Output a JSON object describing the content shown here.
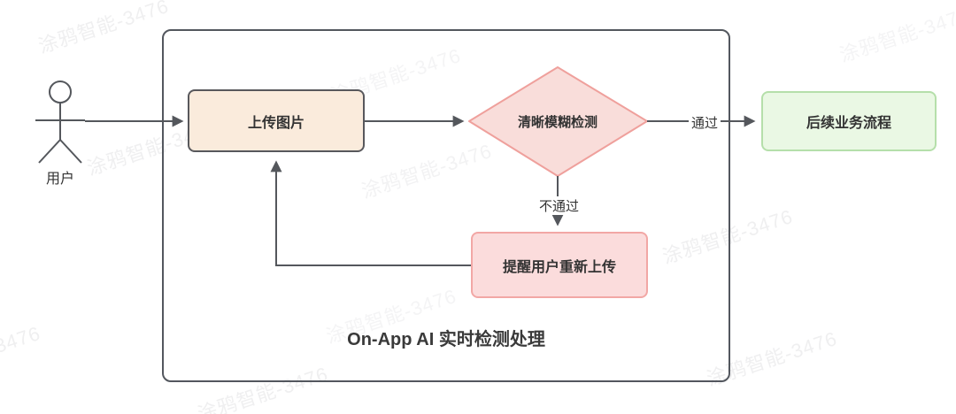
{
  "watermark": {
    "text": "涂鸦智能-3476"
  },
  "diagram": {
    "actor": {
      "label": "用户"
    },
    "container": {
      "title": "On-App AI 实时检测处理"
    },
    "nodes": {
      "upload": {
        "label": "上传图片",
        "fill": "#faebdc",
        "border": "#58585c"
      },
      "detect": {
        "label": "清晰模糊检测",
        "fill": "#f9ddda",
        "border": "#efa09c"
      },
      "remind": {
        "label": "提醒用户重新上传",
        "fill": "#fbdcdc",
        "border": "#f2a7a5"
      },
      "next": {
        "label": "后续业务流程",
        "fill": "#eaf8e4",
        "border": "#b5dfaa"
      }
    },
    "edges": {
      "pass_label": "通过",
      "fail_label": "不通过"
    },
    "line_color": "#54575c"
  }
}
